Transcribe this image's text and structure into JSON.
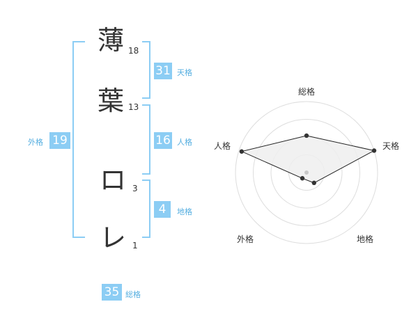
{
  "name_chars": [
    {
      "char": "薄",
      "strokes": "18"
    },
    {
      "char": "葉",
      "strokes": "13"
    },
    {
      "char": "ロ",
      "strokes": "3"
    },
    {
      "char": "レ",
      "strokes": "1"
    }
  ],
  "kakusu": {
    "tenkaku": {
      "value": "31",
      "label": "天格"
    },
    "jinkaku": {
      "value": "16",
      "label": "人格"
    },
    "chikaku": {
      "value": "4",
      "label": "地格"
    },
    "gaikaku": {
      "value": "19",
      "label": "外格"
    },
    "soukaku": {
      "value": "35",
      "label": "総格"
    }
  },
  "radar": {
    "axes": [
      "総格",
      "天格",
      "地格",
      "外格",
      "人格"
    ],
    "values": [
      0.52,
      1.0,
      0.18,
      0.1,
      0.96
    ],
    "rings": 4,
    "colors": {
      "ring": "#dddddd",
      "fill": "#eeeeee",
      "line": "#222222",
      "dot": "#333333",
      "center": "#c8c8c8"
    }
  },
  "colors": {
    "accent": "#8ccdf4",
    "accent_text": "#55aee0"
  }
}
